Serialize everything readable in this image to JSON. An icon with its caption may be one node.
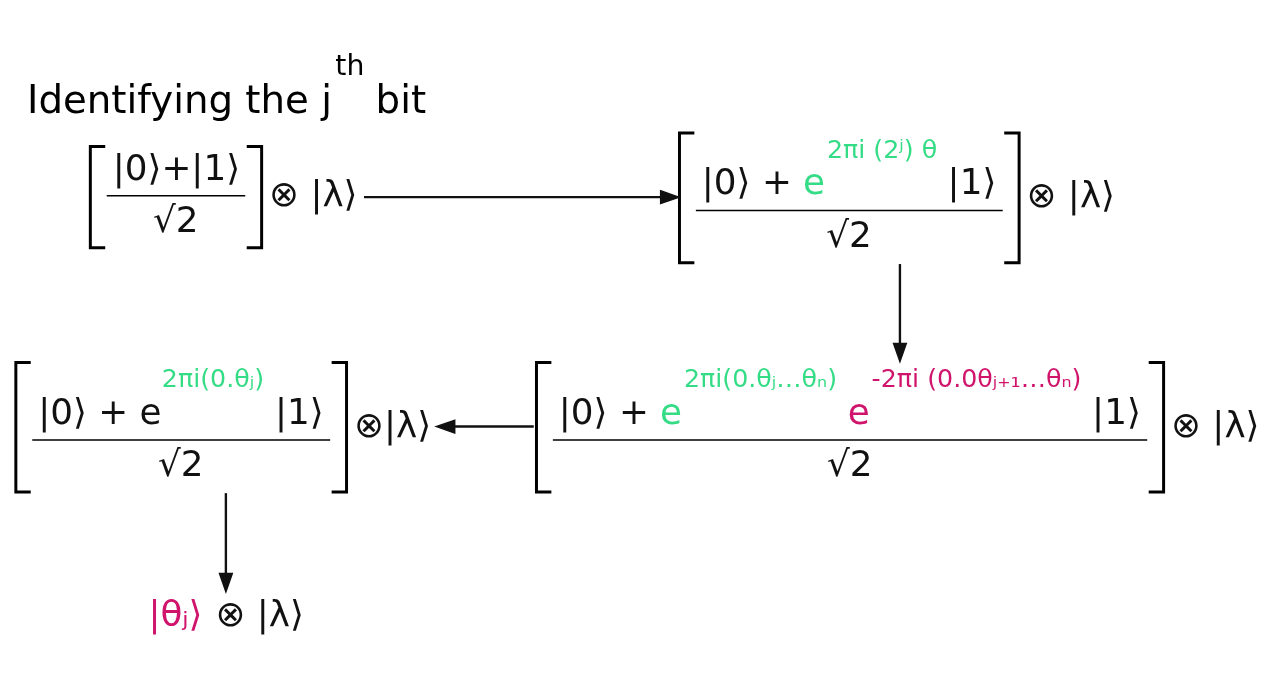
{
  "diagram": {
    "title": "Identifying the j$^{th}$ bit",
    "nodes": [
      {
        "text": [
          "|0⟩+|1⟩",
          "√2",
          "⊗ |λ⟩"
        ]
      },
      {
        "text": [
          "|0⟩ + e$^{2πi (2ʲ) θ}$ |1⟩",
          "√2",
          "⊗ |λ⟩"
        ]
      },
      {
        "text": [
          "|0⟩ + e$^{2πi(0.θⱼ…θₙ)}$ e$^{-2πi (0.0θⱼ₊₁…θₙ)}$ |1⟩",
          "√2",
          "⊗ |λ⟩"
        ]
      },
      {
        "text": [
          "|0⟩ + e$^{2πi(0.θⱼ)}$ |1⟩",
          "√2",
          "⊗|λ⟩"
        ]
      },
      {
        "text": [
          "|θⱼ⟩",
          "⊗ |λ⟩"
        ]
      }
    ],
    "edges": [
      {
        "from": 0,
        "to": 1,
        "arrow": "to"
      },
      {
        "from": 1,
        "to": 2,
        "arrow": "to"
      },
      {
        "from": 2,
        "to": 3,
        "arrow": "to"
      },
      {
        "from": 3,
        "to": 4,
        "arrow": "to"
      }
    ]
  }
}
